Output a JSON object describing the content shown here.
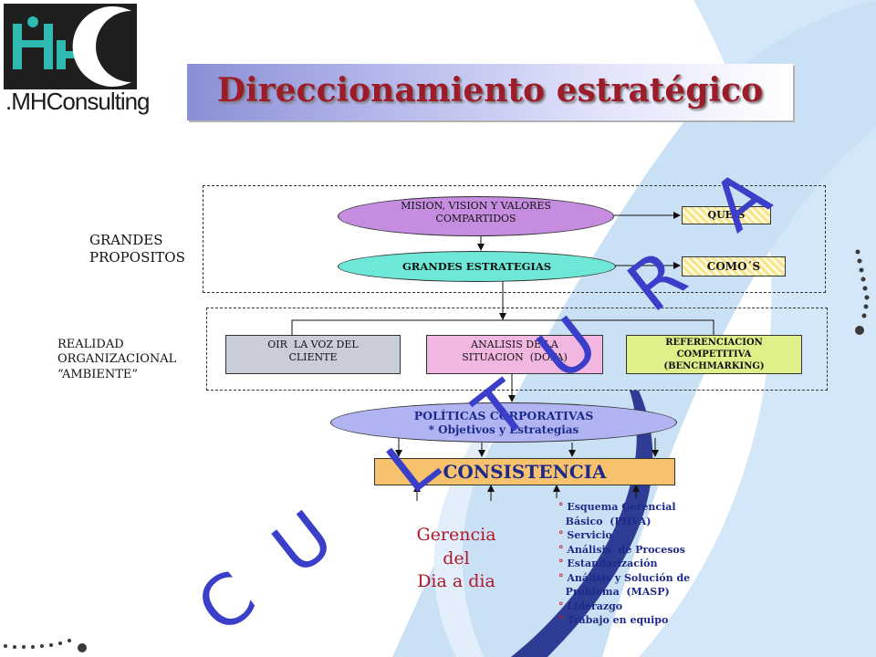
{
  "logo": {
    "text": ".MHConsulting"
  },
  "title": "Direccionamiento estratégico",
  "labels": {
    "grandes": "GRANDES\nPROPOSITOS",
    "realidad": "REALIDAD\nORGANIZACIONAL\n“AMBIENTE”"
  },
  "nodes": {
    "mision": "MISION, VISION Y VALORES\nCOMPARTIDOS",
    "estrategias": "GRANDES ESTRATEGIAS",
    "ques": "QUE´S",
    "comos": "COMO´S",
    "oir": "OIR  LA VOZ DEL\nCLIENTE",
    "analisis": "ANALISIS DE LA\nSITUACION  (DOFA)",
    "referenciacion": "REFERENCIACION\nCOMPETITIVA\n(BENCHMARKING)",
    "politicas": "POLÍTICAS CORPORATIVAS",
    "objetivos": "* Objetivos y Estrategias",
    "consistencia": "CONSISTENCIA"
  },
  "gerencia": "Gerencia\ndel\nDia a dia",
  "bullets": [
    "Esquema Gerencial\n  Básico  (PHVA)",
    "Servicio",
    "Análisis  de Procesos",
    "Estandarización",
    "Análisis y Solución de\n  Problema  (MASP)",
    "Liderazgo",
    "Trabajo en equipo"
  ],
  "cultura": [
    "C",
    "U",
    "L",
    "T",
    "U",
    "R",
    "A"
  ],
  "colors": {
    "title": "#9c1c2a",
    "cultura": "#3a3ec8",
    "swoosh": "#cfe4f7",
    "navy": "#1d2a8a"
  }
}
